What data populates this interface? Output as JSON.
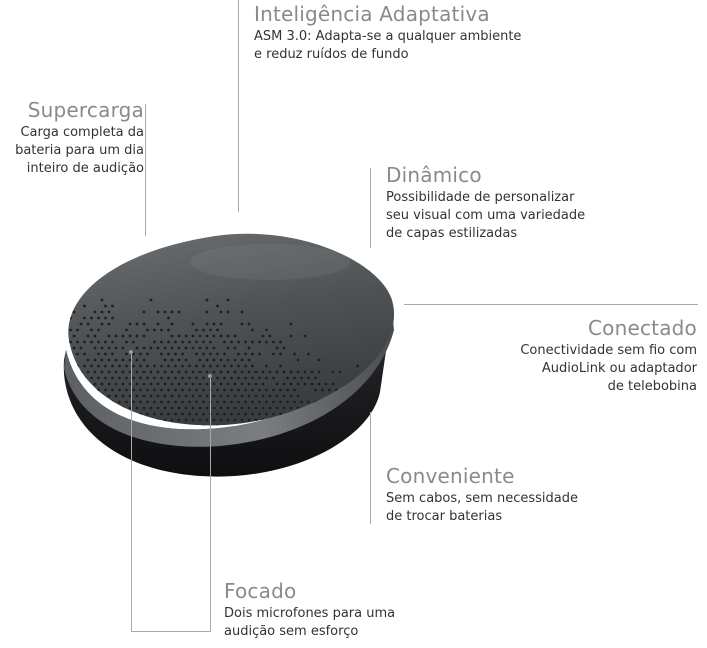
{
  "features": {
    "adaptive": {
      "title": "Inteligência Adaptativa",
      "lines": [
        "ASM 3.0: Adapta-se a qualquer ambiente",
        "e reduz ruídos de fundo"
      ]
    },
    "supercharge": {
      "title": "Supercarga",
      "lines": [
        "Carga completa da",
        "bateria para um dia",
        "inteiro de audição"
      ]
    },
    "dynamic": {
      "title": "Dinâmico",
      "lines": [
        "Possibilidade de personalizar",
        "seu visual com uma variedade",
        "de capas estilizadas"
      ]
    },
    "connected": {
      "title": "Conectado",
      "lines": [
        "Conectividade sem fio com",
        "AudioLink ou adaptador",
        "de telebobina"
      ]
    },
    "convenient": {
      "title": "Conveniente",
      "lines": [
        "Sem cabos, sem necessidade",
        "de trocar baterias"
      ]
    },
    "focused": {
      "title": "Focado",
      "lines": [
        "Dois microfones para uma",
        "audição sem esforço"
      ]
    }
  }
}
